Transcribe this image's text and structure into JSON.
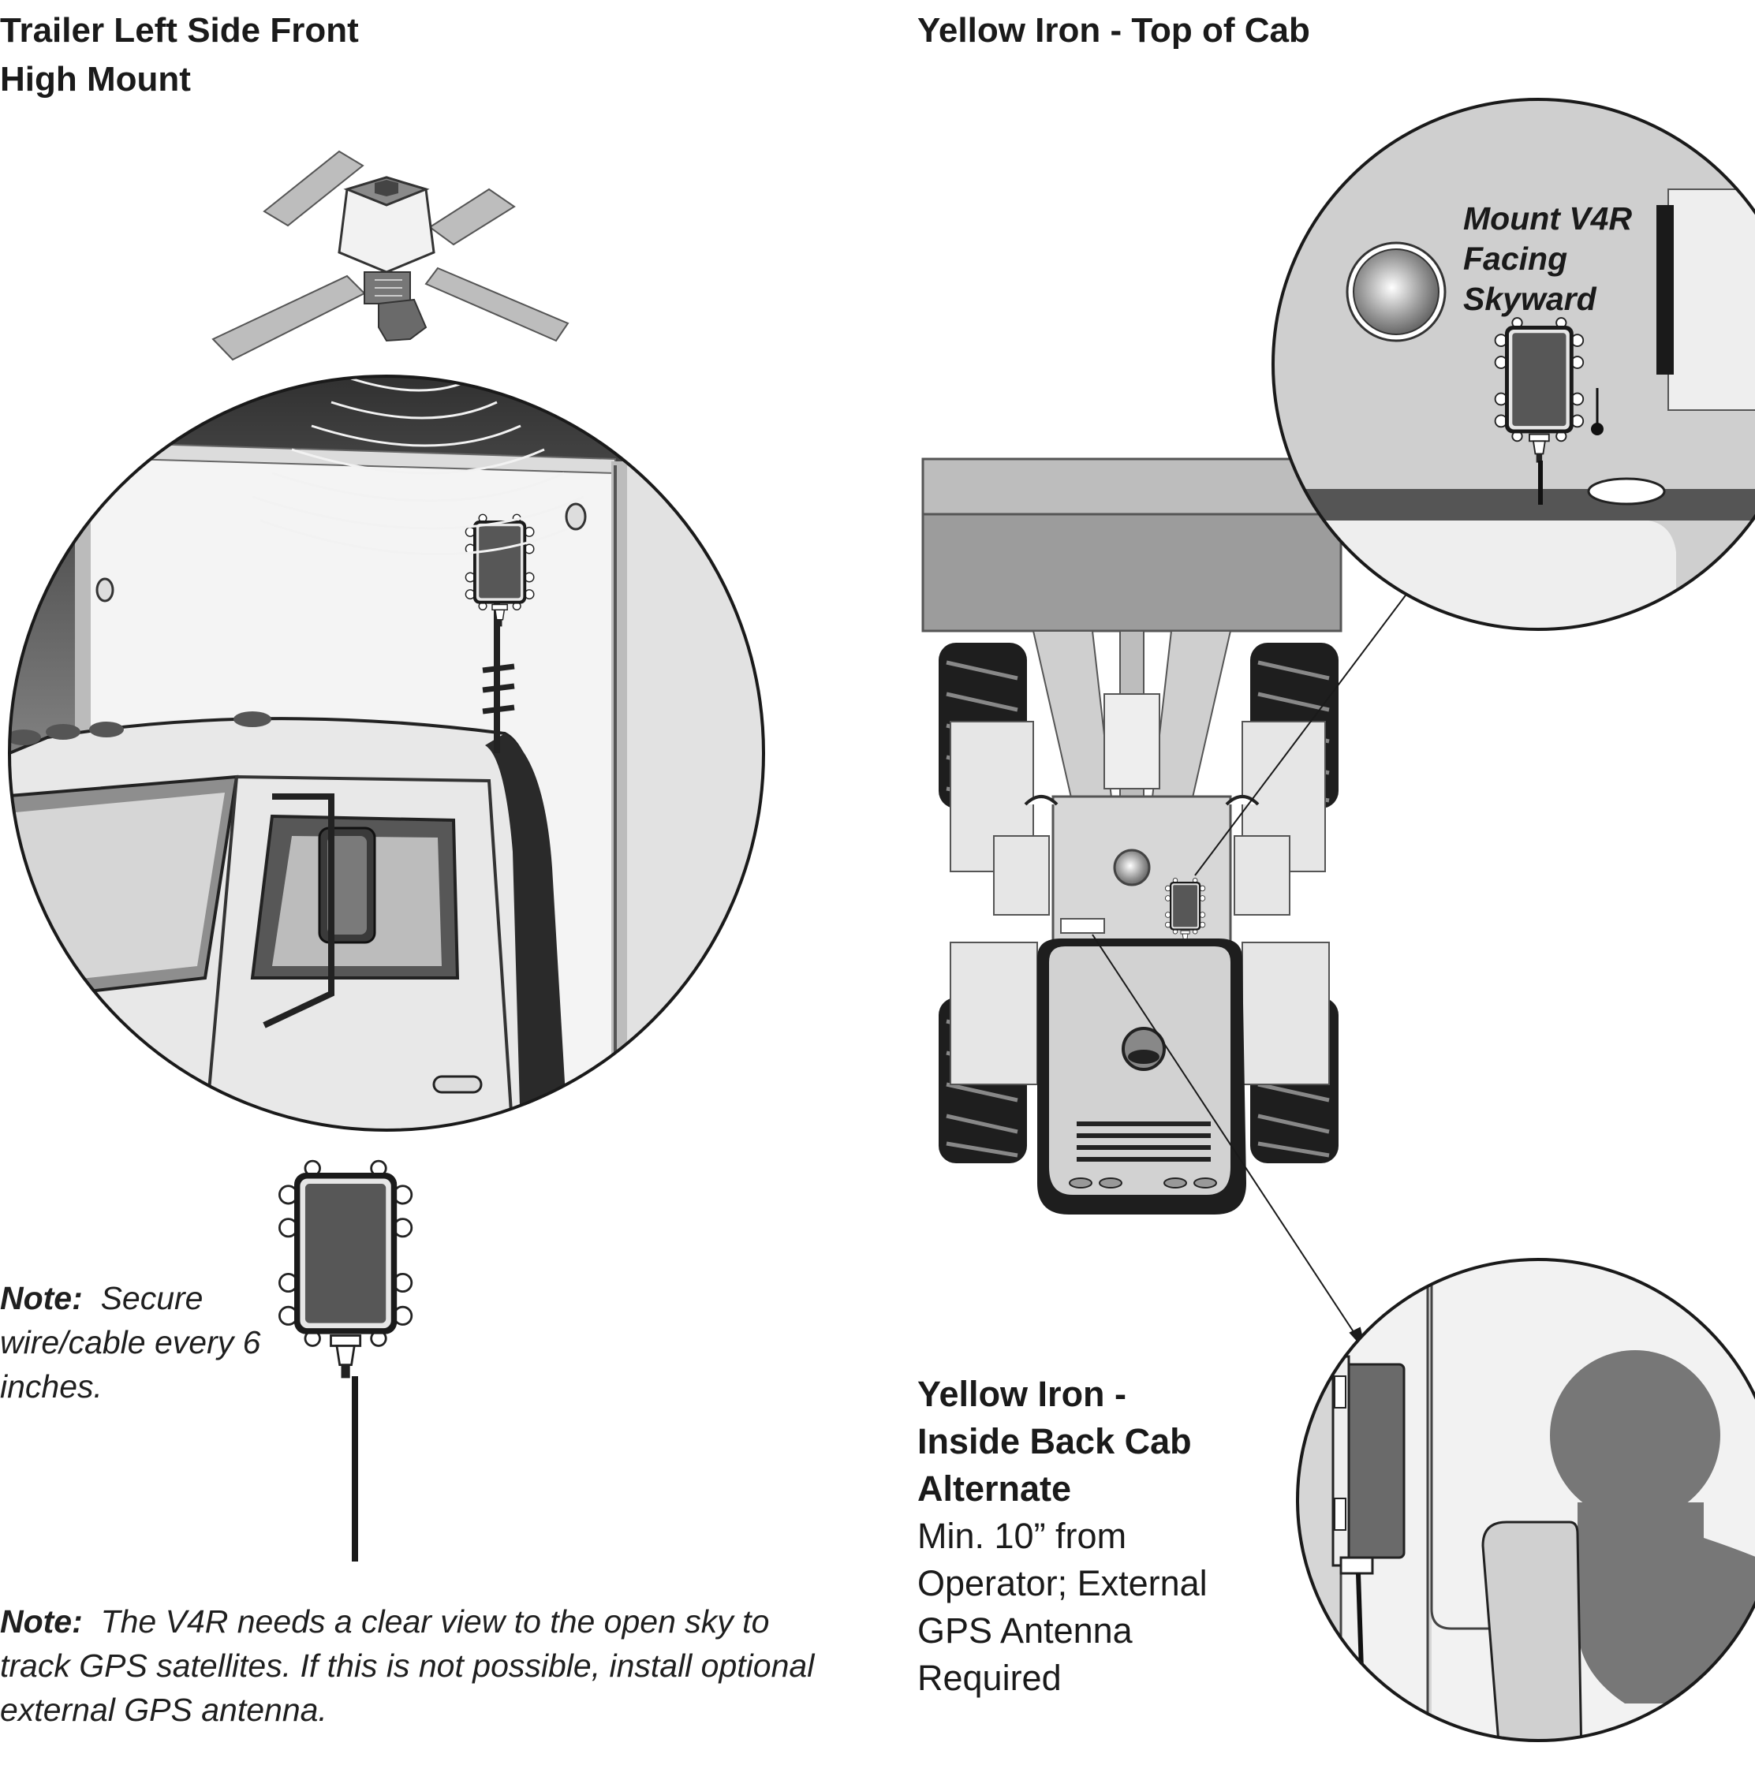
{
  "left_title": [
    "Trailer Left Side Front",
    "High Mount"
  ],
  "right_title": "Yellow Iron - Top of Cab",
  "mount_callout": [
    "Mount V4R",
    "Facing",
    "Skyward"
  ],
  "note1": {
    "label": "Note:",
    "text": [
      "Secure",
      "wire/cable every 6",
      "inches."
    ]
  },
  "note2": {
    "label": "Note:",
    "text": [
      "The V4R needs a clear view to the open sky to",
      "track GPS satellites.  If this is not possible, install optional",
      "external GPS antenna."
    ]
  },
  "alt_callout": {
    "bold": [
      "Yellow Iron -",
      "Inside Back Cab",
      "Alternate"
    ],
    "plain": [
      "Min. 10” from",
      "Operator; External",
      "GPS Antenna",
      "Required"
    ]
  },
  "icons": [
    "gps-satellite-icon",
    "signal-waves-icon",
    "v4r-device-icon",
    "semi-truck-cab",
    "wheel-loader",
    "operator-silhouette"
  ]
}
